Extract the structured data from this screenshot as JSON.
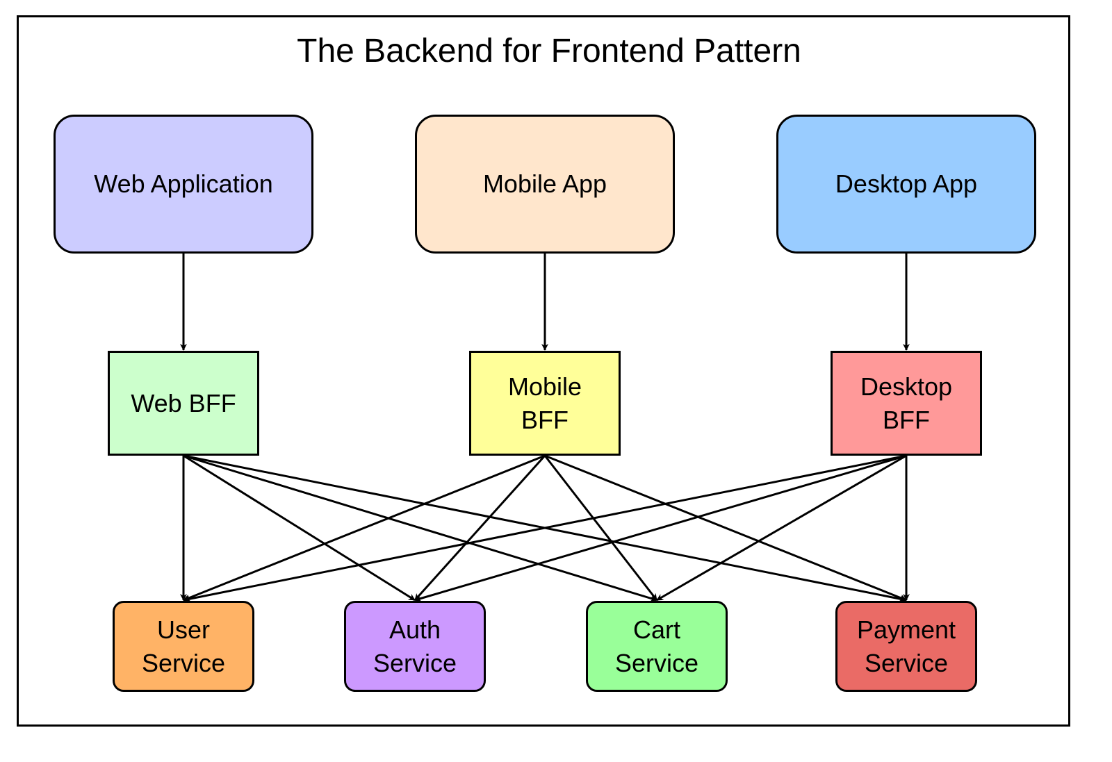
{
  "title": "The Backend for Frontend Pattern",
  "clients": [
    {
      "id": "web-app",
      "label": "Web Application",
      "color": "#ccccff"
    },
    {
      "id": "mobile-app",
      "label": "Mobile App",
      "color": "#ffe6cc"
    },
    {
      "id": "desktop-app",
      "label": "Desktop App",
      "color": "#99ccff"
    }
  ],
  "bffs": [
    {
      "id": "web-bff",
      "label": "Web BFF",
      "color": "#ccffcc"
    },
    {
      "id": "mobile-bff",
      "label": "Mobile\nBFF",
      "color": "#ffff99"
    },
    {
      "id": "desktop-bff",
      "label": "Desktop\nBFF",
      "color": "#ff9999"
    }
  ],
  "services": [
    {
      "id": "user-service",
      "label": "User\nService",
      "color": "#ffb366"
    },
    {
      "id": "auth-service",
      "label": "Auth\nService",
      "color": "#cc99ff"
    },
    {
      "id": "cart-service",
      "label": "Cart\nService",
      "color": "#99ff99"
    },
    {
      "id": "payment-service",
      "label": "Payment\nService",
      "color": "#ea6b66"
    }
  ],
  "edges": [
    [
      "web-app",
      "web-bff"
    ],
    [
      "mobile-app",
      "mobile-bff"
    ],
    [
      "desktop-app",
      "desktop-bff"
    ],
    [
      "web-bff",
      "user-service"
    ],
    [
      "web-bff",
      "auth-service"
    ],
    [
      "web-bff",
      "cart-service"
    ],
    [
      "web-bff",
      "payment-service"
    ],
    [
      "mobile-bff",
      "user-service"
    ],
    [
      "mobile-bff",
      "auth-service"
    ],
    [
      "mobile-bff",
      "cart-service"
    ],
    [
      "mobile-bff",
      "payment-service"
    ],
    [
      "desktop-bff",
      "user-service"
    ],
    [
      "desktop-bff",
      "auth-service"
    ],
    [
      "desktop-bff",
      "cart-service"
    ],
    [
      "desktop-bff",
      "payment-service"
    ]
  ]
}
